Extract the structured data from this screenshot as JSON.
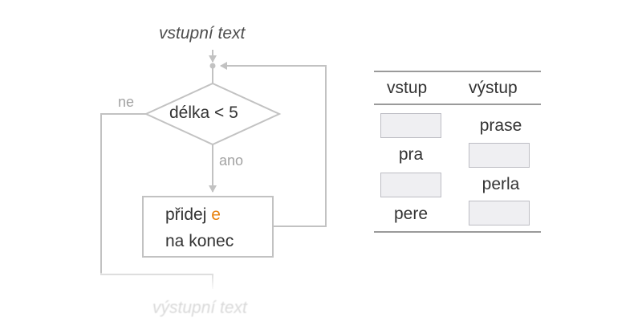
{
  "flowchart": {
    "input_label": "vstupní text",
    "condition": "délka < 5",
    "branch_no": "ne",
    "branch_yes": "ano",
    "action_line1_prefix": "přidej ",
    "action_highlight": "e",
    "action_line2": "na konec",
    "output_label": "výstupní text"
  },
  "table": {
    "headers": [
      "vstup",
      "výstup"
    ],
    "rows": [
      {
        "input": "",
        "output": "prase"
      },
      {
        "input": "pra",
        "output": ""
      },
      {
        "input": "",
        "output": "perla"
      },
      {
        "input": "pere",
        "output": ""
      }
    ]
  },
  "colors": {
    "line": "#c2c2c2",
    "accent": "#e8810c",
    "input_box_fill": "#efeff2"
  }
}
